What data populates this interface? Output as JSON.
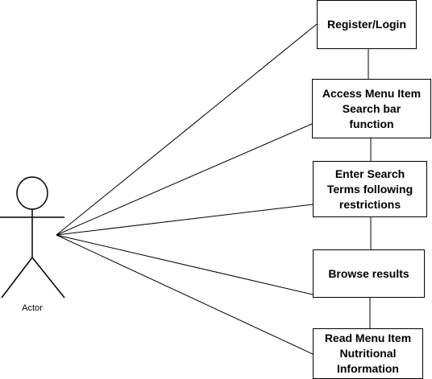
{
  "actor": {
    "label": "Actor"
  },
  "boxes": [
    {
      "id": "register-login",
      "label": "Register/Login"
    },
    {
      "id": "access-menu",
      "label": "Access Menu Item\nSearch bar\nfunction"
    },
    {
      "id": "enter-search",
      "label": "Enter Search\nTerms following\nrestrictions"
    },
    {
      "id": "browse-results",
      "label": "Browse results"
    },
    {
      "id": "read-menu",
      "label": "Read Menu Item\nNutritional\nInformation"
    }
  ],
  "colors": {
    "stroke": "#000000",
    "background": "#ffffff"
  }
}
